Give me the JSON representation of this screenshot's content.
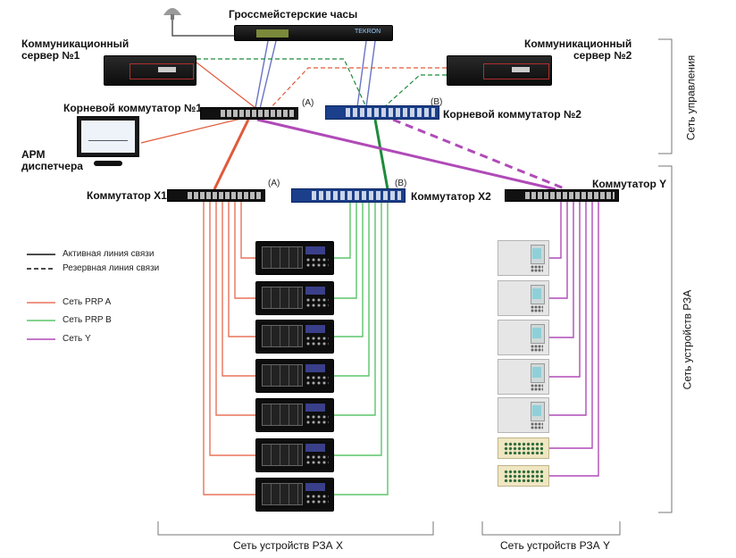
{
  "title_clock": "Гроссмейстерские часы",
  "server1": "Коммуникационный\nсервер №1",
  "server2": "Коммуникационный\nсервер №2",
  "root1": "Корневой коммутатор №1",
  "root2": "Корневой коммутатор №2",
  "arm": "АРМ\nдиспетчера",
  "sw_x1": "Коммутатор X1",
  "sw_x2": "Коммутатор X2",
  "sw_y": "Коммутатор Y",
  "tag_a": "(A)",
  "tag_b": "(B)",
  "net_mgmt": "Сеть управления",
  "net_rza": "Сеть устройств РЗА",
  "net_rza_x": "Сеть устройств РЗА X",
  "net_rza_y": "Сеть устройств РЗА Y",
  "clock_brand": "TEKRON",
  "legend": {
    "active": "Активная линия связи",
    "reserve": "Резервная линия связи",
    "prp_a": "Сеть PRP A",
    "prp_b": "Сеть PRP B",
    "net_y": "Сеть Y"
  },
  "colors": {
    "prp_a": "#e8735a",
    "prp_b": "#5cc56a",
    "net_y": "#b04ab8",
    "clock_link": "#6a74c4",
    "root_a": "#e05a3a",
    "root_b": "#1e8a3a"
  }
}
